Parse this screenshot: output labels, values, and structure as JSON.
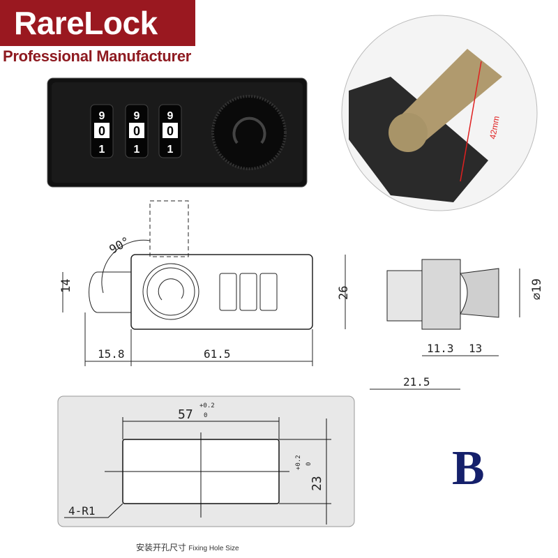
{
  "brand": {
    "name": "RareLock",
    "tagline": "Professional Manufacturer",
    "color": "#9a1820"
  },
  "photo_lock": {
    "dials": [
      "9",
      "0",
      "1"
    ]
  },
  "photo_detail": {
    "measurement": "42mm",
    "measurement_color": "#e02020"
  },
  "front_view": {
    "angle": "90°",
    "height_left": "14",
    "height_right": "26",
    "cam_length": "15.8",
    "body_length": "61.5"
  },
  "side_view": {
    "diameter": "∅19",
    "dim_a": "11.3",
    "dim_b": "13",
    "dim_total": "21.5"
  },
  "fixing_hole": {
    "width": "57",
    "width_tol_upper": "+0.2",
    "width_tol_lower": "0",
    "height": "23",
    "height_tol_upper": "+0.2",
    "height_tol_lower": "0",
    "corner_radius": "4-R1",
    "caption_cn": "安装开孔尺寸",
    "caption_en": "Fixing Hole Size"
  },
  "variant_label": "B",
  "variant_color": "#15206b"
}
